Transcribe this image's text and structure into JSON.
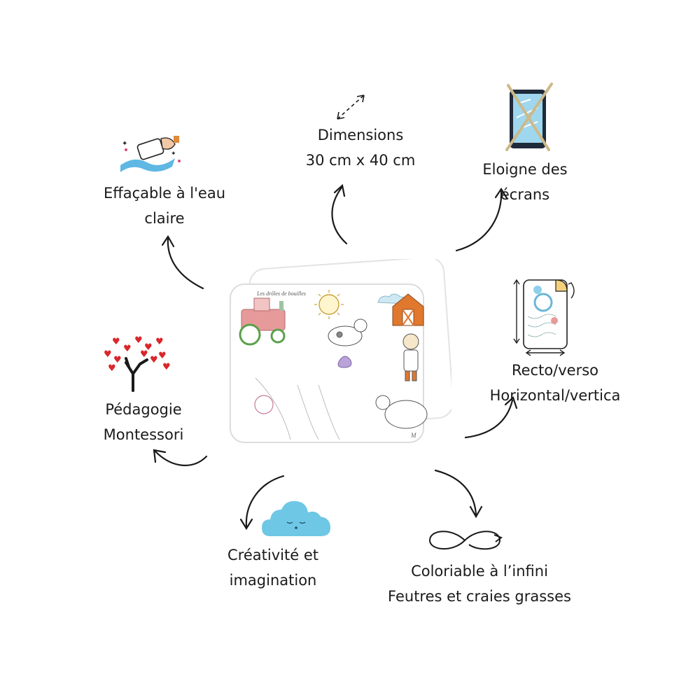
{
  "features": {
    "effacable": {
      "line1": "Effaçable à l'eau",
      "line2": "claire",
      "icon": "eraser-water-icon"
    },
    "dimensions": {
      "line1": "Dimensions",
      "line2": "30 cm x 40 cm",
      "icon": "diagonal-arrow-icon"
    },
    "ecrans": {
      "line1": "Eloigne des",
      "line2": "écrans",
      "icon": "crossed-tablet-icon"
    },
    "recto": {
      "line1": "Recto/verso",
      "line2": "Horizontal/vertica",
      "icon": "rotate-sheet-icon"
    },
    "montessori": {
      "line1": "Pédagogie",
      "line2": "Montessori",
      "icon": "heart-tree-icon"
    },
    "creativite": {
      "line1": "Créativité et",
      "line2": "imagination",
      "icon": "cloud-icon"
    },
    "infini": {
      "line1": "Coloriable à l’infini",
      "line2": "Feutres et craies grasses",
      "icon": "infinity-icon"
    }
  },
  "placemat": {
    "title": "Les drôles de bouilles",
    "signature": "M"
  },
  "colors": {
    "text": "#1a1a1a",
    "cloud": "#6fc7e6",
    "tablet": "#9fd7ee",
    "cross": "#cdb98a",
    "barn": "#e0782e",
    "heart": "#d9262b",
    "tractor": "#e79a9a"
  }
}
